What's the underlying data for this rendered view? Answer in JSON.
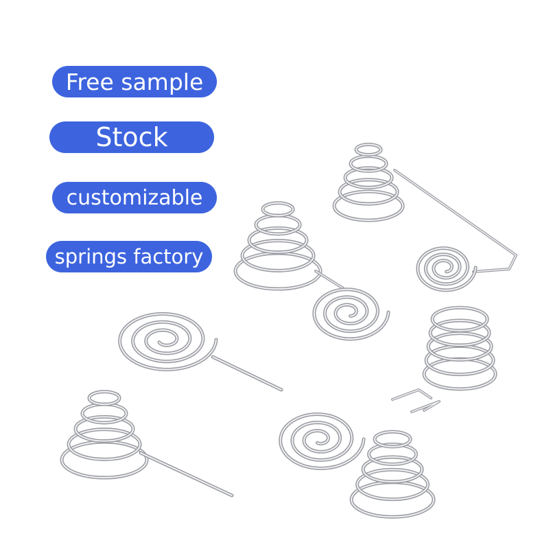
{
  "colors": {
    "badge": "#3d64de",
    "badge_text": "#ffffff",
    "wire": "#9a9ca2",
    "wire_highlight": "#f2f3f5",
    "background": "#ffffff"
  },
  "badges": [
    {
      "label": "Free sample"
    },
    {
      "label": "Stock"
    },
    {
      "label": "customizable"
    },
    {
      "label": "springs factory"
    }
  ],
  "image": {
    "subject": "conical battery contact springs",
    "icons": [
      "conical-spring-icon",
      "flat-spiral-spring-icon",
      "wire-lead-icon"
    ]
  }
}
